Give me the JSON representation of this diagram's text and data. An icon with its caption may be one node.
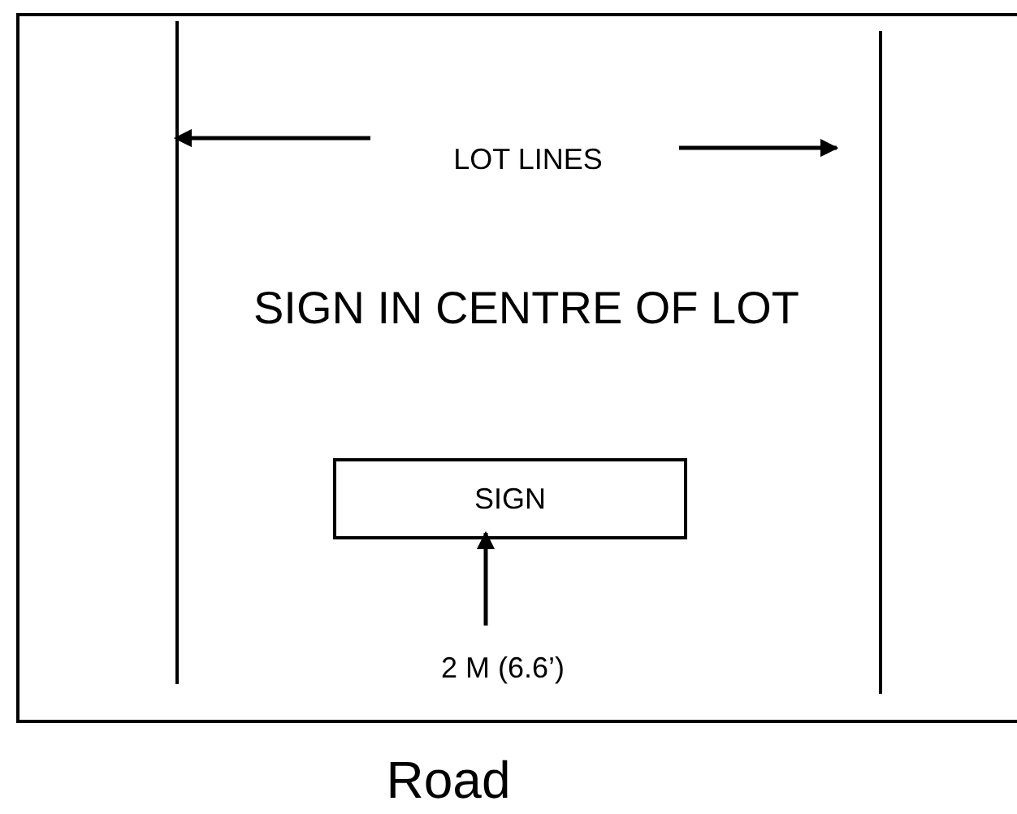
{
  "diagram": {
    "nodes": [
      {
        "text": [],
        "shape": "box"
      },
      {
        "text": [],
        "shape": "line",
        "in": 0
      },
      {
        "text": [],
        "shape": "line",
        "in": 0
      },
      {
        "text": [
          "LOT LINES"
        ],
        "in": 0
      },
      {
        "text": [
          "SIGN"
        ],
        "in": 0
      },
      {
        "text": [
          "2 M (6.6’)"
        ],
        "in": 0
      }
    ],
    "edges": [
      {
        "from": 3,
        "to": 1,
        "arrow": "to"
      },
      {
        "from": 3,
        "to": 2,
        "arrow": "to"
      },
      {
        "from": 5,
        "to": 4,
        "arrow": "to"
      }
    ],
    "labels": [
      "SIGN IN CENTRE OF LOT",
      "Road"
    ]
  }
}
